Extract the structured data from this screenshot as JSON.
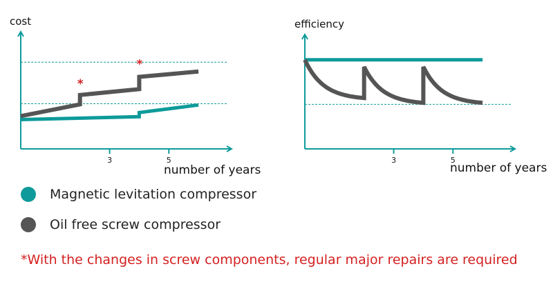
{
  "colors": {
    "maglev": "#0e9a9a",
    "oilfree": "#555555",
    "axis": "#0e9a9a",
    "footnote": "#d42020"
  },
  "legend": [
    {
      "label": "Magnetic levitation compressor",
      "color": "#0e9a9a"
    },
    {
      "label": "Oil free screw compressor",
      "color": "#555555"
    }
  ],
  "footnote": "*With the changes in screw components, regular major repairs are required",
  "chart_data": [
    {
      "type": "line",
      "ylabel": "cost",
      "xlabel": "number of years",
      "xlim": [
        0,
        7
      ],
      "ylim": [
        0,
        10
      ],
      "x_ticks": [
        {
          "value": 3,
          "label": "3"
        },
        {
          "value": 5,
          "label": "5"
        }
      ],
      "reference_lines": [
        3.85,
        7.4
      ],
      "grid": false,
      "series": [
        {
          "name": "Oil free screw compressor",
          "color": "#555555",
          "points": [
            [
              0,
              2.8
            ],
            [
              2,
              3.8
            ],
            [
              2,
              4.6
            ],
            [
              4,
              5.1
            ],
            [
              4,
              6.15
            ],
            [
              6,
              6.6
            ]
          ]
        },
        {
          "name": "Magnetic levitation compressor",
          "color": "#0e9a9a",
          "points": [
            [
              0,
              2.5
            ],
            [
              4,
              2.75
            ],
            [
              4,
              3.1
            ],
            [
              6,
              3.75
            ]
          ]
        }
      ],
      "annotations": [
        {
          "text": "*",
          "x": 2,
          "y": 5.25
        },
        {
          "text": "*",
          "x": 4,
          "y": 6.9
        }
      ]
    },
    {
      "type": "line",
      "ylabel": "efficiency",
      "xlabel": "number of years",
      "xlim": [
        0,
        7
      ],
      "ylim": [
        0,
        10
      ],
      "x_ticks": [
        {
          "value": 3,
          "label": "3"
        },
        {
          "value": 5,
          "label": "5"
        }
      ],
      "reference_lines": [
        3.8
      ],
      "grid": false,
      "series": [
        {
          "name": "Magnetic levitation compressor",
          "color": "#0e9a9a",
          "points": [
            [
              0,
              7.6
            ],
            [
              6,
              7.6
            ]
          ]
        },
        {
          "name": "Oil free screw compressor",
          "color": "#555555",
          "decay_cycles": [
            {
              "x_start": 0,
              "x_end": 2,
              "peak": 7.6,
              "floor": 4.2
            },
            {
              "x_start": 2,
              "x_end": 4,
              "peak": 7.0,
              "floor": 3.8
            },
            {
              "x_start": 4,
              "x_end": 6,
              "peak": 7.0,
              "floor": 3.8
            }
          ]
        }
      ]
    }
  ]
}
